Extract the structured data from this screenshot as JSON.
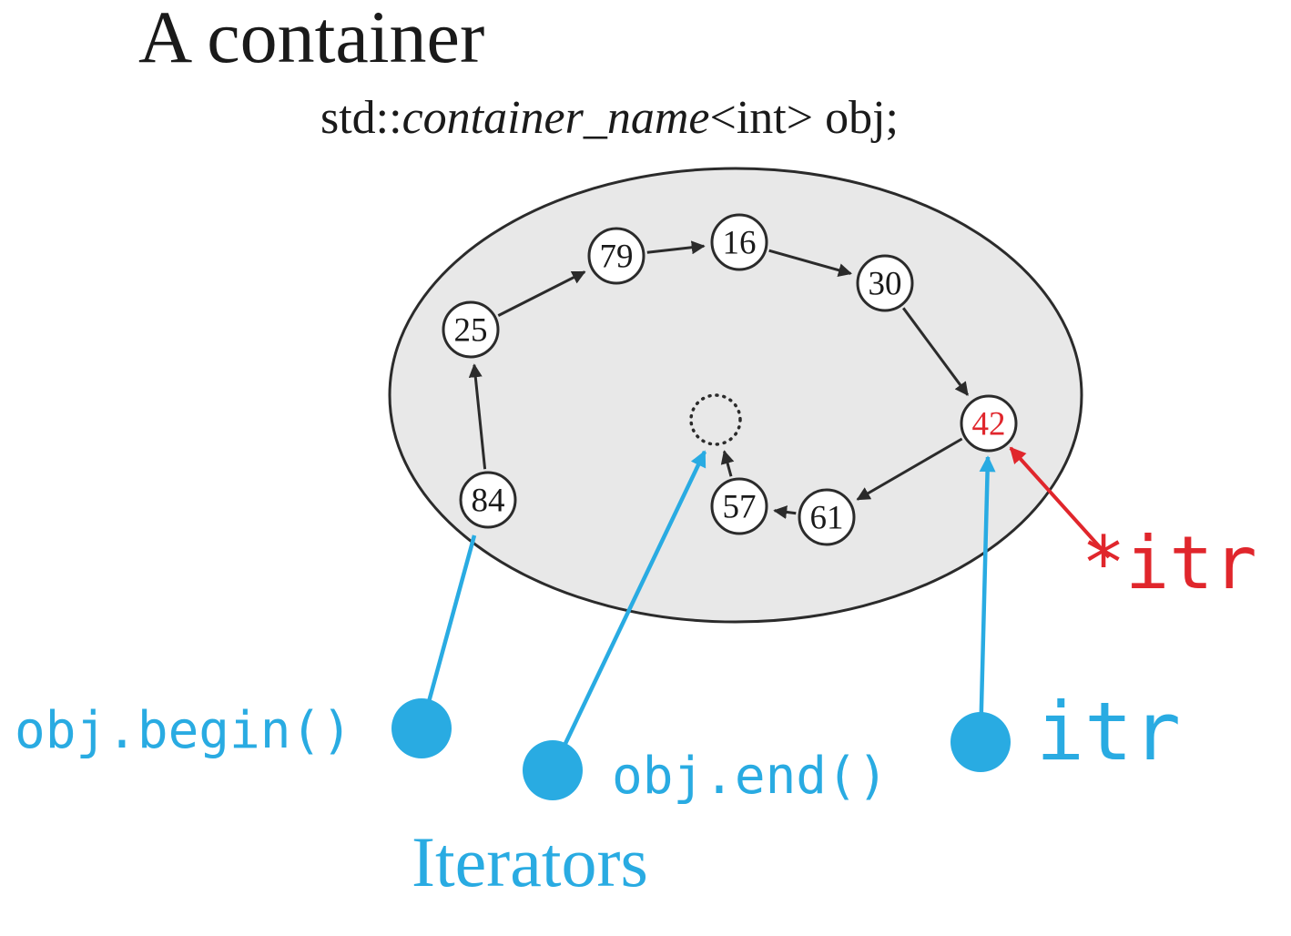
{
  "header": {
    "title": "A container",
    "code": {
      "prefix": "std::",
      "italic": "container_name",
      "suffix": "<int> obj;"
    }
  },
  "diagram": {
    "nodes": [
      {
        "id": "84",
        "value": "84",
        "highlight": false
      },
      {
        "id": "25",
        "value": "25",
        "highlight": false
      },
      {
        "id": "79",
        "value": "79",
        "highlight": false
      },
      {
        "id": "16",
        "value": "16",
        "highlight": false
      },
      {
        "id": "30",
        "value": "30",
        "highlight": false
      },
      {
        "id": "42",
        "value": "42",
        "highlight": true
      },
      {
        "id": "61",
        "value": "61",
        "highlight": false
      },
      {
        "id": "57",
        "value": "57",
        "highlight": false
      }
    ],
    "traversal_order": [
      "84",
      "25",
      "79",
      "16",
      "30",
      "42",
      "61",
      "57",
      "end"
    ],
    "end_node": {
      "id": "end",
      "style": "dotted",
      "value": ""
    }
  },
  "labels": {
    "begin": "obj.begin()",
    "end": "obj.end()",
    "itr": "itr",
    "deref": "*itr"
  },
  "footer": {
    "title": "Iterators"
  },
  "colors": {
    "accent": "#29abe2",
    "highlight": "#e0262c",
    "ink": "#2b2b2b",
    "container_fill": "#e8e8e8"
  }
}
